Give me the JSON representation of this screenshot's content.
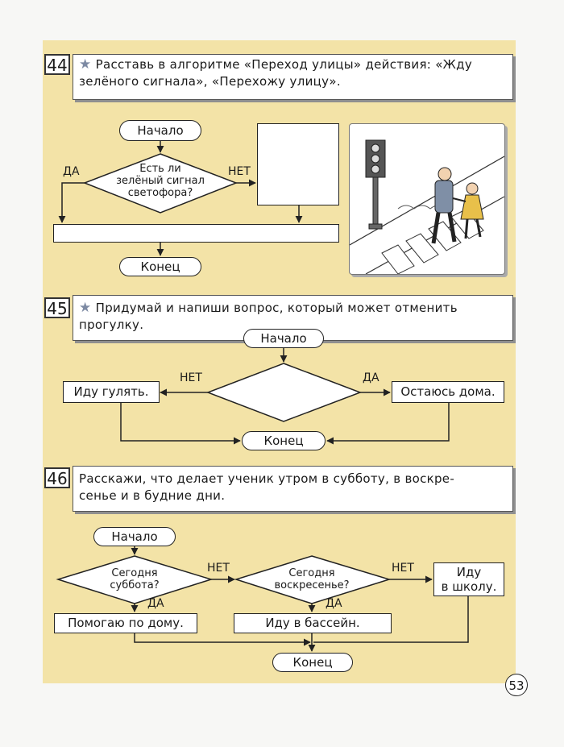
{
  "tasks": [
    {
      "number": "44",
      "line1": "Расставь в алгоритме «Переход улицы» действия: «Жду",
      "line2": "зелёного сигнала», «Перехожу улицу».",
      "flow": {
        "start": "Начало",
        "question_line1": "Есть ли",
        "question_line2": "зелёный сигнал",
        "question_line3": "светофора?",
        "yes": "ДА",
        "no": "НЕТ",
        "end": "Конец"
      }
    },
    {
      "number": "45",
      "line1": "Придумай и напиши вопрос, который может отменить",
      "line2": "прогулку.",
      "flow": {
        "start": "Начало",
        "no": "НЕТ",
        "yes": "ДА",
        "left_action": "Иду гулять.",
        "right_action": "Остаюсь дома.",
        "end": "Конец"
      }
    },
    {
      "number": "46",
      "line1": "Расскажи, что делает ученик утром в субботу, в воскре-",
      "line2": "сенье и в будние дни.",
      "flow": {
        "start": "Начало",
        "q1_line1": "Сегодня",
        "q1_line2": "суббота?",
        "q2_line1": "Сегодня",
        "q2_line2": "воскресенье?",
        "no1": "НЕТ",
        "no2": "НЕТ",
        "yes1": "ДА",
        "yes2": "ДА",
        "action_saturday": "Помогаю по дому.",
        "action_sunday": "Иду в бассейн.",
        "action_weekday_line1": "Иду",
        "action_weekday_line2": "в школу.",
        "end": "Конец"
      }
    }
  ],
  "page_number": "53",
  "star_symbol": "★",
  "colors": {
    "page_background": "#f3e3a7",
    "star": "#7d8aa3"
  }
}
